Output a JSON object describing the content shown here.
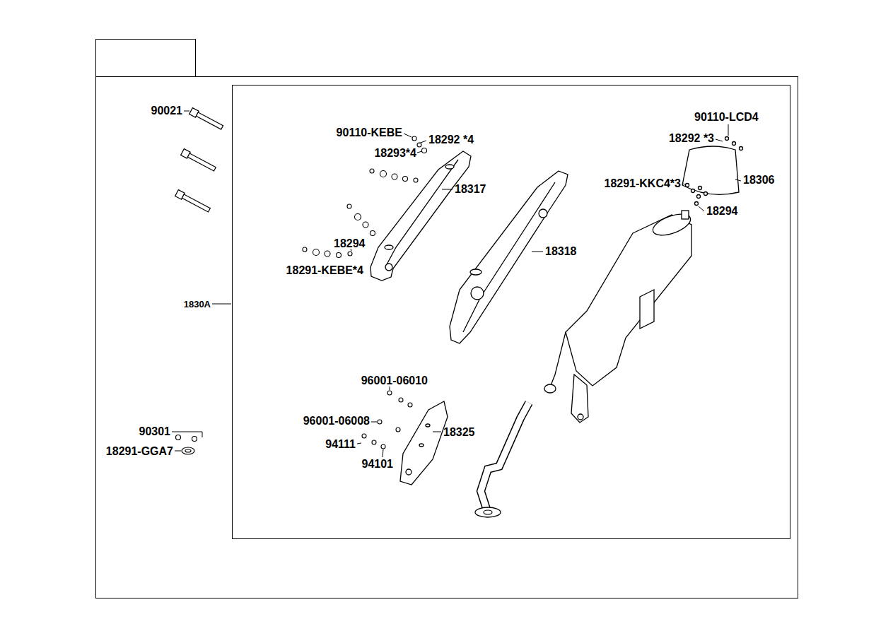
{
  "diagram": {
    "labels": [
      "90021",
      "90110-KEBE",
      "18292 *4",
      "18293*4",
      "18317",
      "18294",
      "18291-KEBE*4",
      "1830A",
      "18318",
      "90110-LCD4",
      "18292 *3",
      "18306",
      "18291-KKC4*3",
      "18294",
      "96001-06010",
      "96001-06008",
      "18325",
      "94111",
      "94101",
      "90301",
      "18291-GGA7"
    ]
  }
}
